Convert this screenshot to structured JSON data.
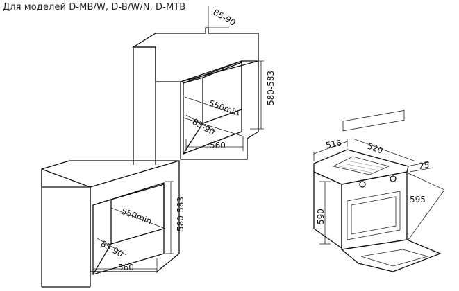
{
  "header": {
    "title": "Для моделей D-MB/W, D-B/W/N, D-MTB"
  },
  "upper_cabinet": {
    "dim_top": "85-90",
    "dim_width_min": "550min",
    "dim_height": "580-583",
    "dim_depth": "85-90",
    "dim_width": "560"
  },
  "lower_cabinet": {
    "dim_width_min": "550min",
    "dim_height": "580-583",
    "dim_depth": "85-90",
    "dim_width": "560"
  },
  "oven": {
    "dim_depth_top": "516",
    "dim_depth": "520",
    "dim_front": "25",
    "dim_width": "595",
    "dim_height": "590"
  }
}
